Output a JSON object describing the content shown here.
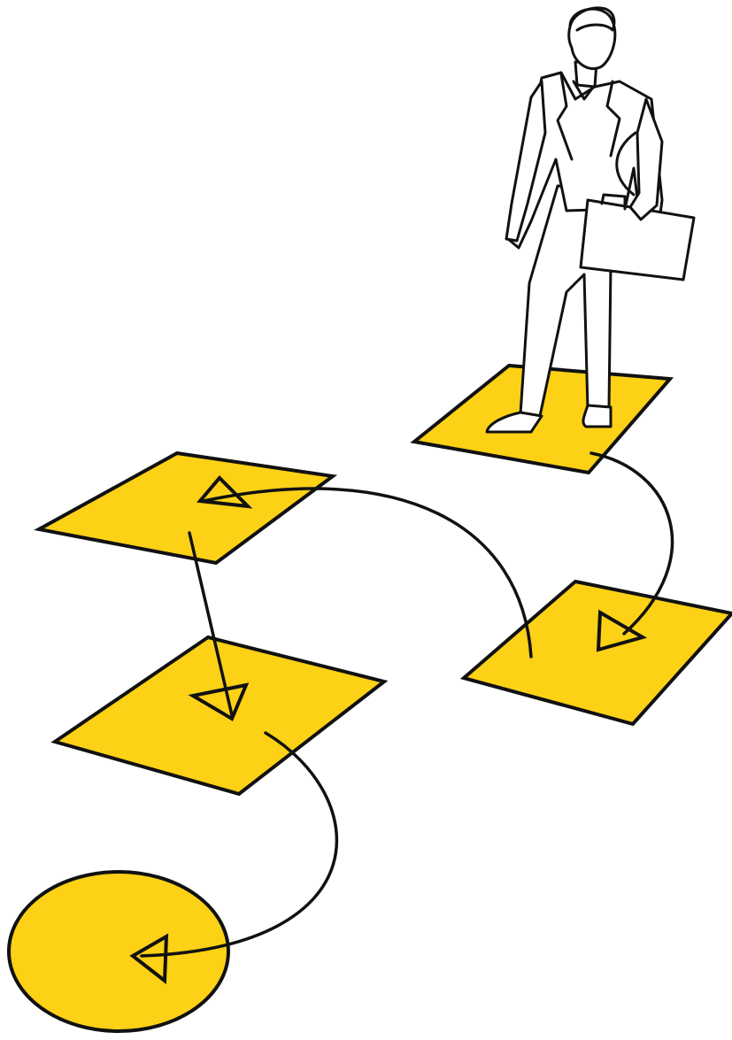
{
  "scene": {
    "colors": {
      "background": "#ffffff",
      "plate_fill": "#fcd116",
      "ink": "#111111",
      "plate_outline_gap": "#ffffff"
    },
    "steps": [
      {
        "id": "start",
        "shape": "square",
        "has_person": true
      },
      {
        "id": "step-right",
        "shape": "square",
        "has_person": false
      },
      {
        "id": "step-upper-left",
        "shape": "square",
        "has_person": false
      },
      {
        "id": "step-middle-left",
        "shape": "square",
        "has_person": false
      },
      {
        "id": "goal",
        "shape": "circle",
        "has_person": false
      }
    ],
    "person": {
      "icon": "businessman-with-briefcase"
    },
    "connections": [
      {
        "from": "start",
        "to": "step-right"
      },
      {
        "from": "step-right",
        "to": "step-upper-left"
      },
      {
        "from": "step-upper-left",
        "to": "step-middle-left"
      },
      {
        "from": "step-middle-left",
        "to": "goal"
      }
    ]
  }
}
